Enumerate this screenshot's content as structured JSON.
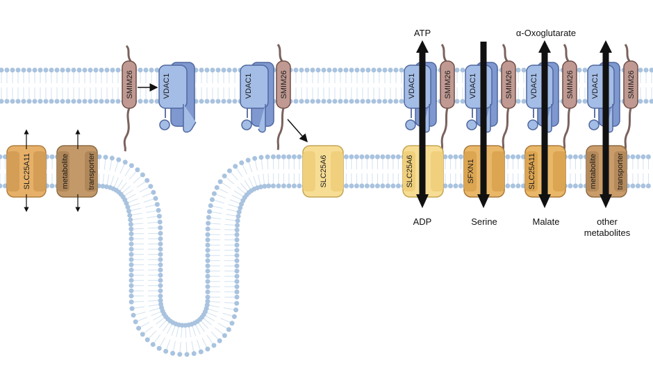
{
  "proteins": {
    "smim26": "SMIM26",
    "vdac1": "VDAC1",
    "slc25a11": "SLC25A11",
    "slc25a6": "SLC25A6",
    "sfxn1": "SFXN1",
    "metabolite": "metabolite",
    "transporter": "transporter"
  },
  "metabolites": {
    "atp": "ATP",
    "adp": "ADP",
    "serine": "Serine",
    "oxoglutarate": "α-Oxoglutarate",
    "malate": "Malate",
    "other_line1": "other",
    "other_line2": "metabolites"
  },
  "colors": {
    "membrane_head": "#a9c3df",
    "membrane_tail": "#d2e1ef",
    "vdac_front": "#a4bde6",
    "vdac_back": "#7f98cf",
    "vdac_stroke": "#4e679e",
    "smim_fill": "#c09a92",
    "smim_stroke": "#6e4d46",
    "smim_tail": "#7a625d",
    "slc_light": "#f7dd94",
    "slc_orange": "#e9b768",
    "slc_brown": "#c99c6a",
    "arrow": "#111111"
  }
}
